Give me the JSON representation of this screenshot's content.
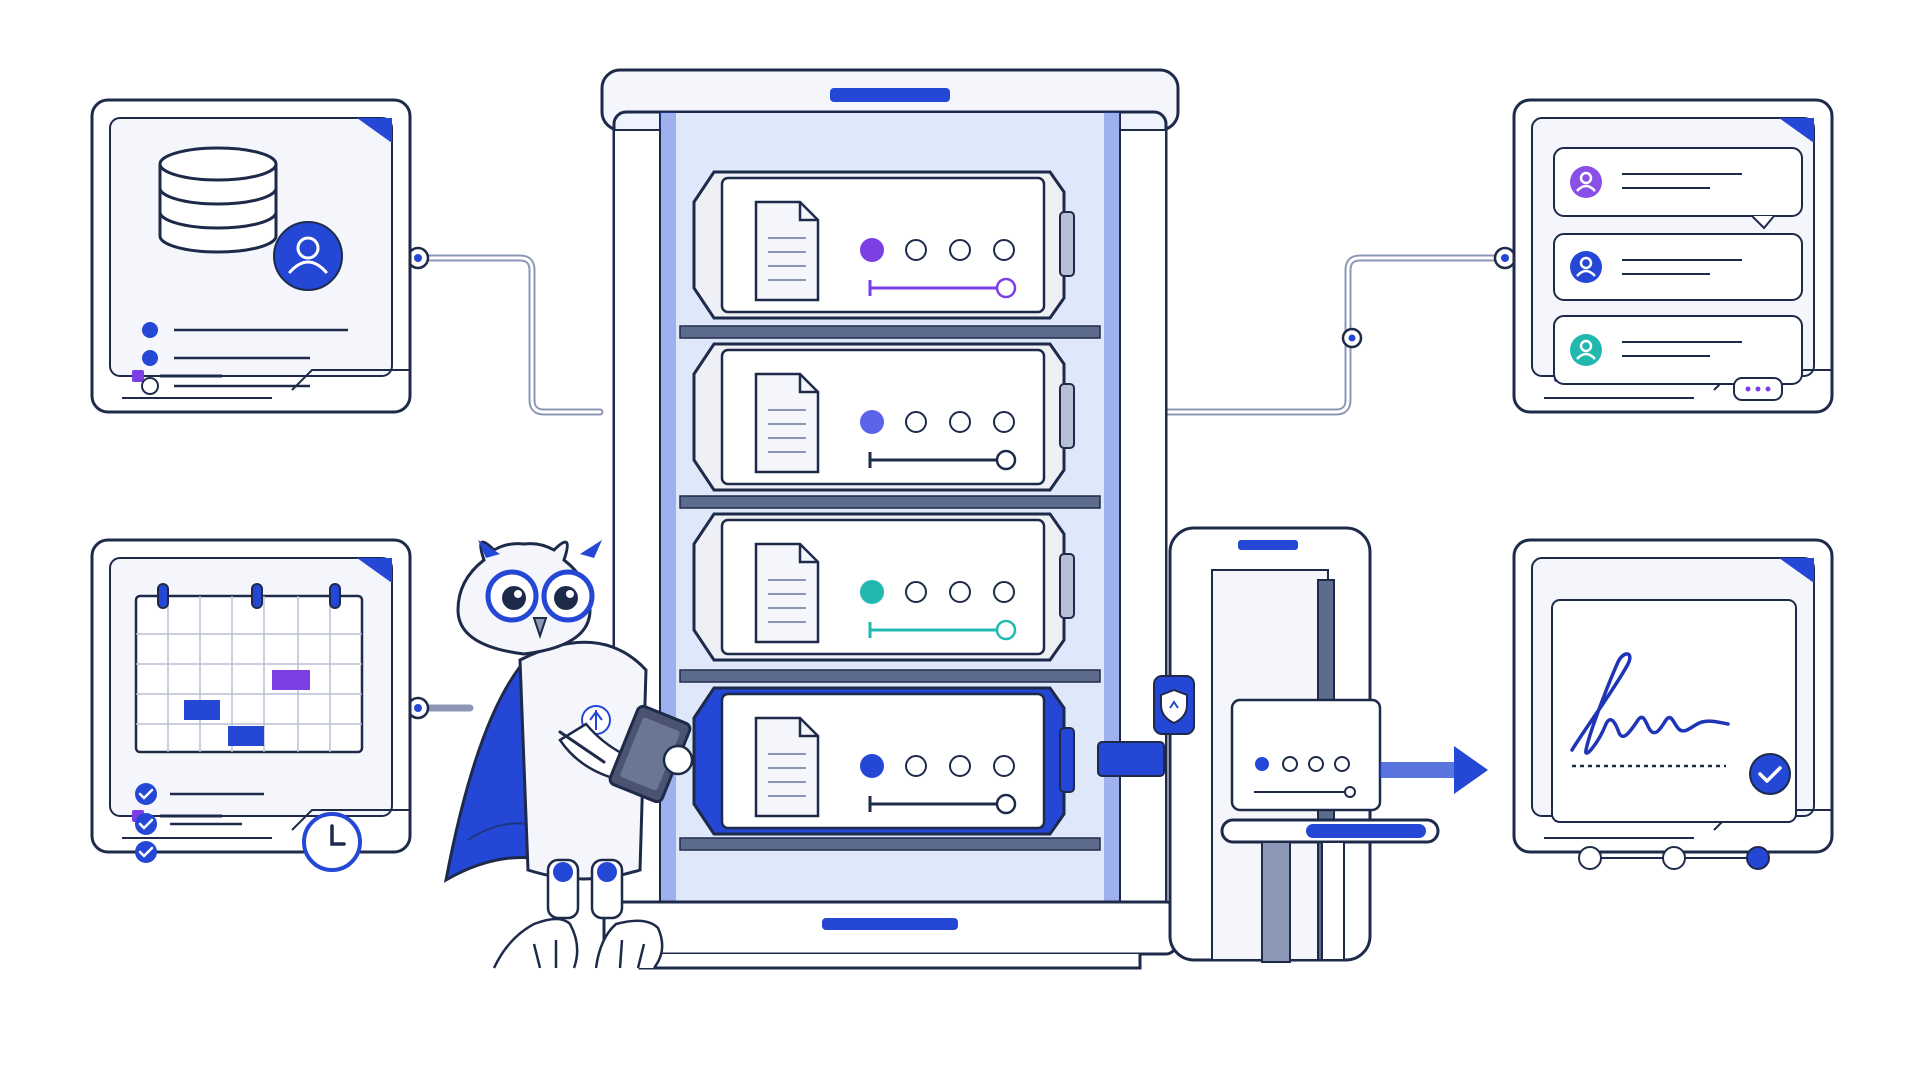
{
  "colors": {
    "outline": "#1e2a4a",
    "accent_blue": "#2447d6",
    "purple": "#7b3fe4",
    "periwinkle": "#5b63e8",
    "teal": "#21b8b0",
    "panel_fill": "#f4f6fb",
    "glass": "#dfe8fb",
    "connector": "#8b97b5"
  },
  "panels": {
    "database_panel": {
      "icons": [
        "database-icon",
        "user-icon"
      ],
      "list_items": 3,
      "filled_bullets": 2
    },
    "schedule_panel": {
      "icons": [
        "calendar-icon",
        "clock-icon"
      ],
      "checked_items": 3
    },
    "messages_panel": {
      "icons": [
        "avatar-icon",
        "chat-bubble-icon",
        "ellipsis-icon"
      ],
      "avatar_colors": [
        "#8a4fe6",
        "#2447d6",
        "#21b8b0"
      ]
    },
    "signature_panel": {
      "icons": [
        "signature-icon",
        "checkmark-icon"
      ],
      "steps_total": 3,
      "steps_completed": 1
    }
  },
  "server_rack": {
    "icons": [
      "document-icon"
    ],
    "modules": [
      {
        "status_color": "#7b3fe4",
        "line_color": "#7b3fe4",
        "active_step": 1,
        "highlighted": false
      },
      {
        "status_color": "#5b63e8",
        "line_color": "#1e2a4a",
        "active_step": 1,
        "highlighted": false
      },
      {
        "status_color": "#21b8b0",
        "line_color": "#21b8b0",
        "active_step": 1,
        "highlighted": false
      },
      {
        "status_color": "#2447d6",
        "line_color": "#1e2a4a",
        "active_step": 1,
        "highlighted": true
      }
    ]
  },
  "scanner_gate": {
    "icons": [
      "shield-icon",
      "arrow-right-icon"
    ]
  },
  "mascot": {
    "icons": [
      "owl-mascot-icon",
      "tablet-icon"
    ]
  }
}
